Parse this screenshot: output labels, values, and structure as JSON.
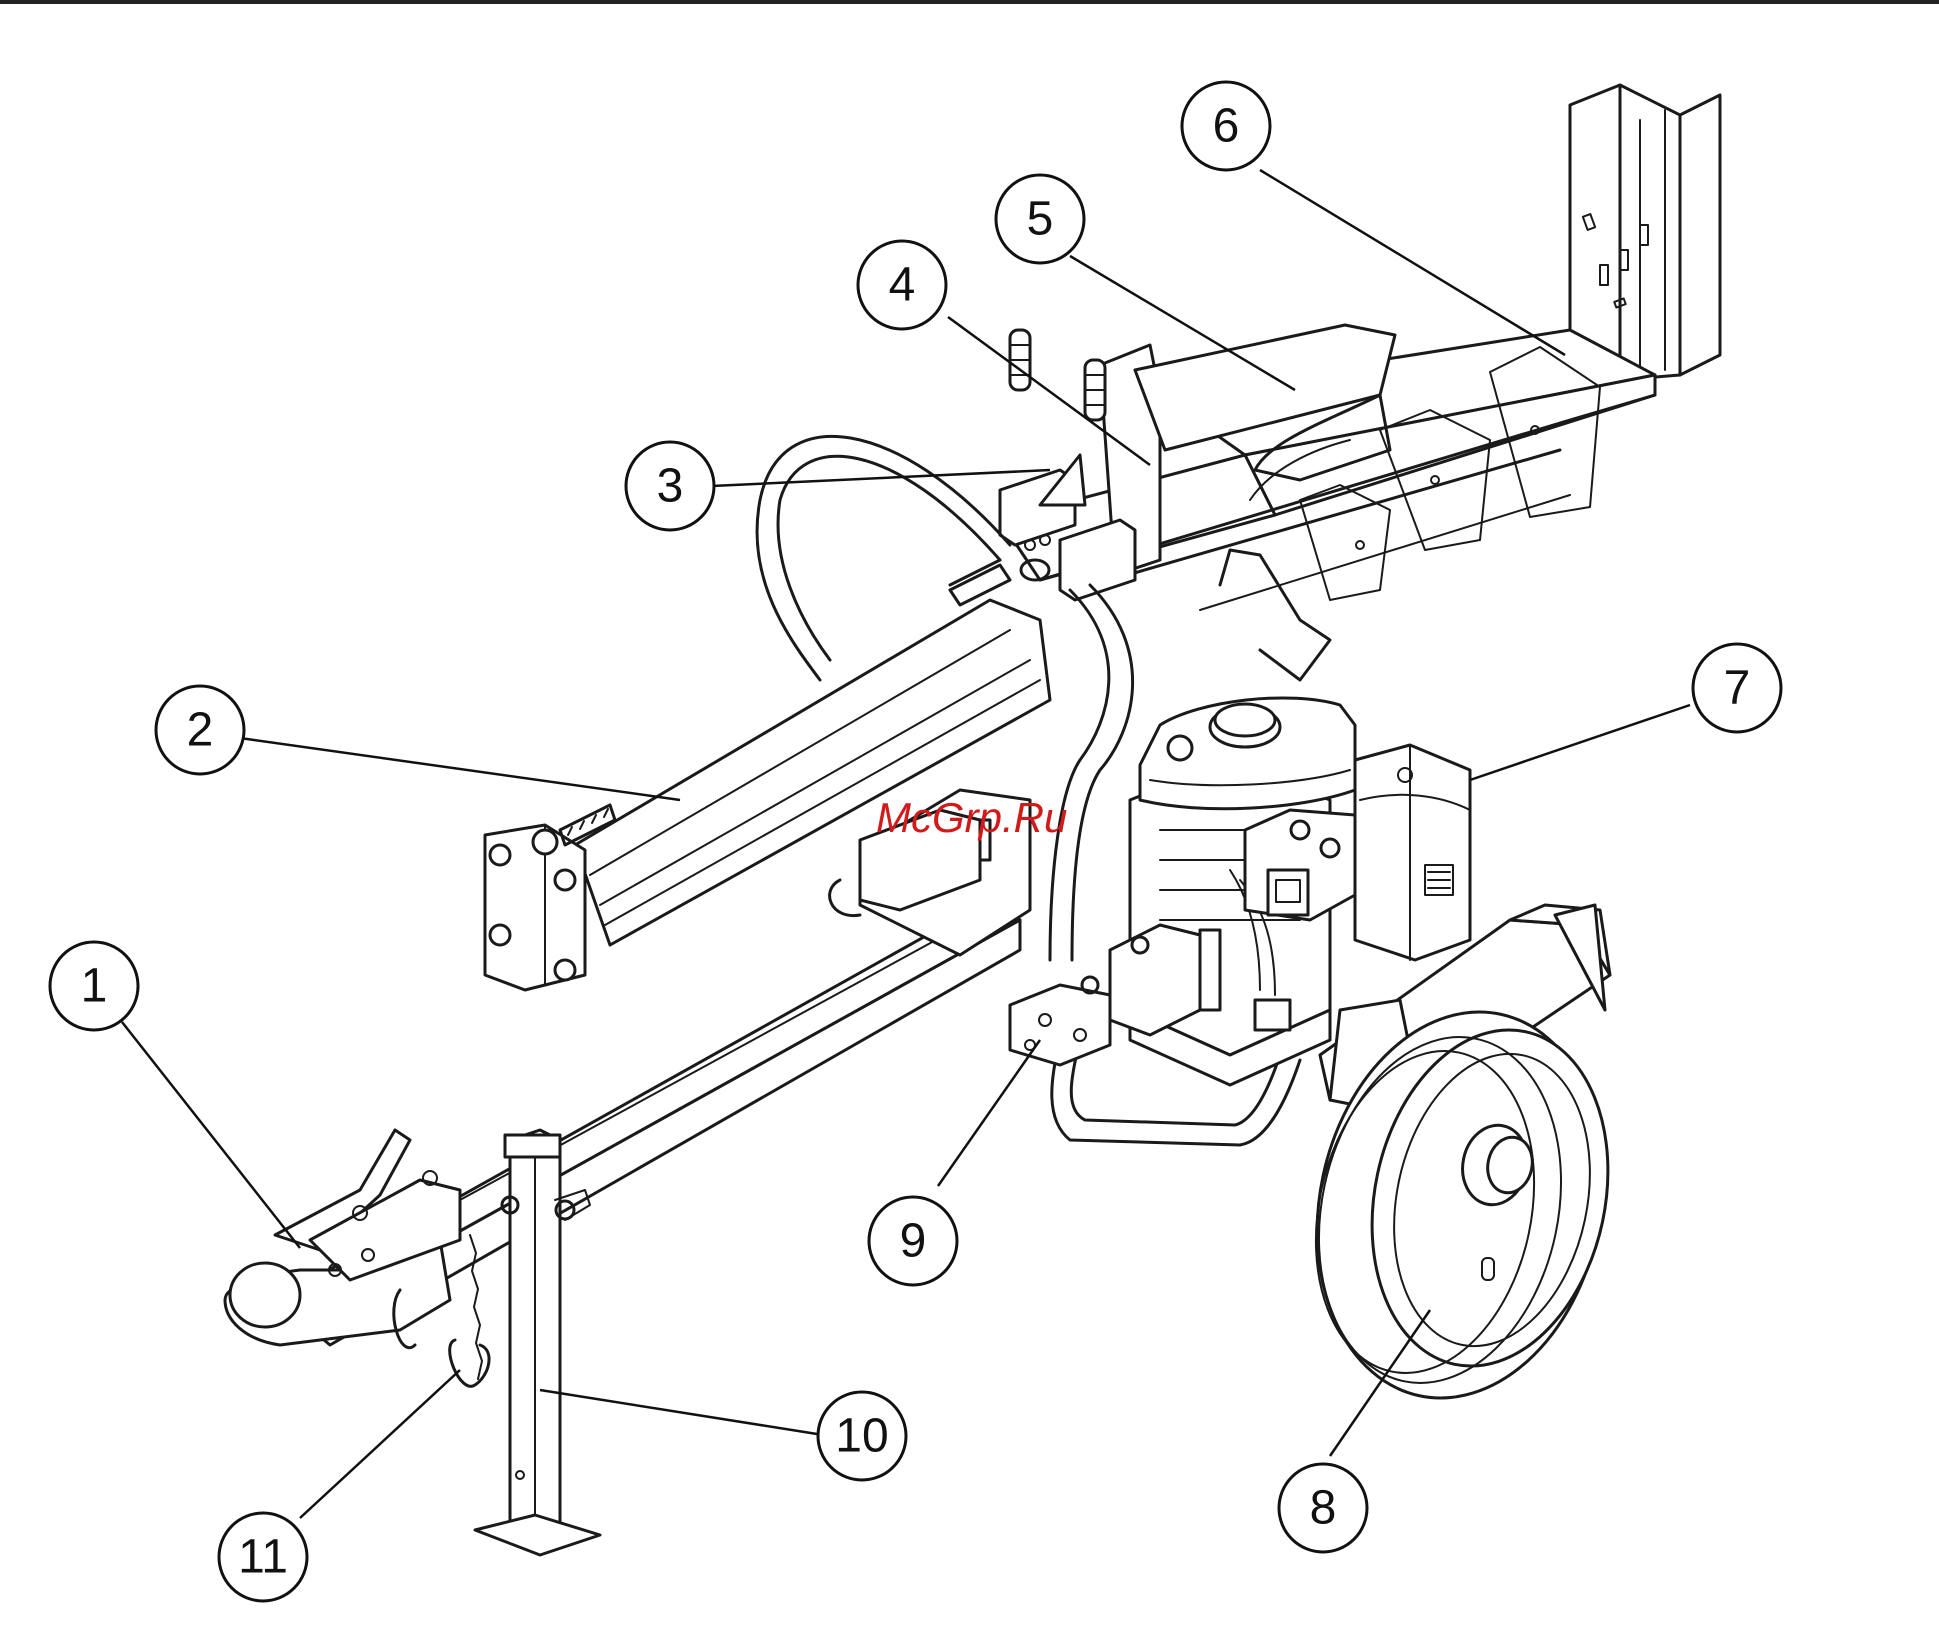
{
  "watermark": "McGrp.Ru",
  "callouts": [
    {
      "number": "1"
    },
    {
      "number": "2"
    },
    {
      "number": "3"
    },
    {
      "number": "4"
    },
    {
      "number": "5"
    },
    {
      "number": "6"
    },
    {
      "number": "7"
    },
    {
      "number": "8"
    },
    {
      "number": "9"
    },
    {
      "number": "10"
    },
    {
      "number": "11"
    }
  ]
}
